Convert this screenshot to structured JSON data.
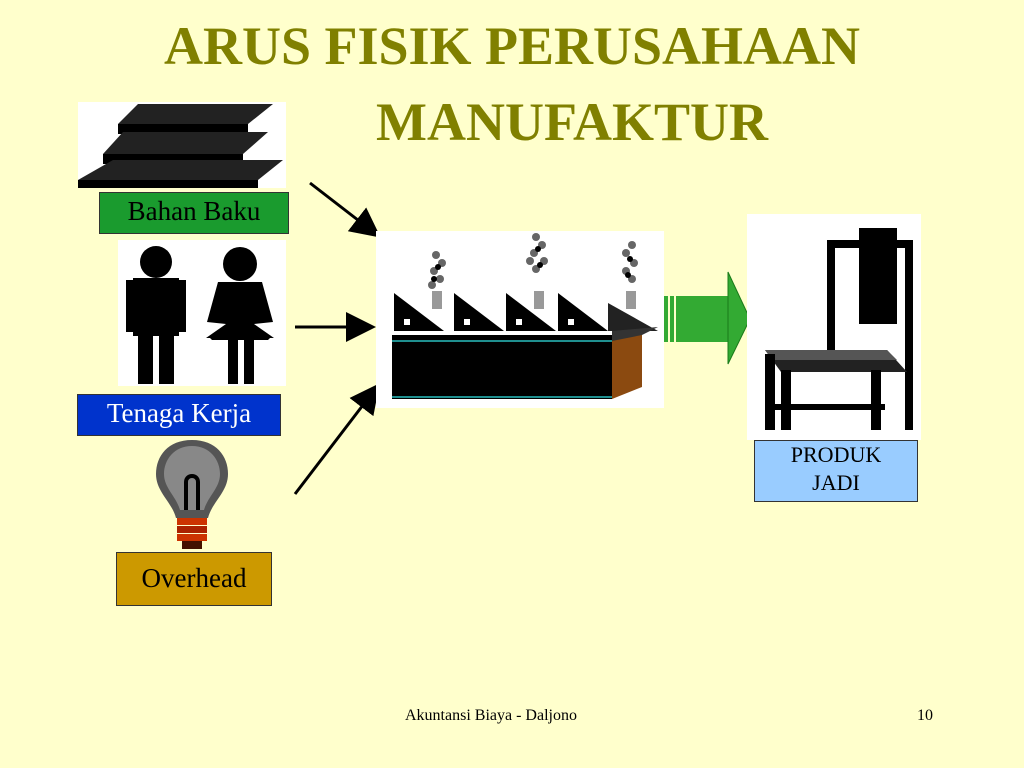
{
  "slide": {
    "title_line1": "ARUS FISIK PERUSAHAAN",
    "title_line2": "MANUFAKTUR"
  },
  "inputs": [
    {
      "label": "Bahan Baku",
      "color": "#1a9b2e",
      "icon": "raw-material-slabs-icon"
    },
    {
      "label": "Tenaga Kerja",
      "color": "#0033cc",
      "icon": "workers-icon"
    },
    {
      "label": "Overhead",
      "color": "#cc9900",
      "icon": "light-bulb-icon"
    }
  ],
  "process": {
    "icon": "factory-icon"
  },
  "output": {
    "label_line1": "PRODUK",
    "label_line2": "JADI",
    "color": "#99ccff",
    "icon": "chair-icon"
  },
  "footer": {
    "text": "Akuntansi Biaya - Daljono",
    "page": "10"
  },
  "colors": {
    "background": "#ffffcc",
    "title": "#808000",
    "flow_arrow": "#33aa33"
  }
}
